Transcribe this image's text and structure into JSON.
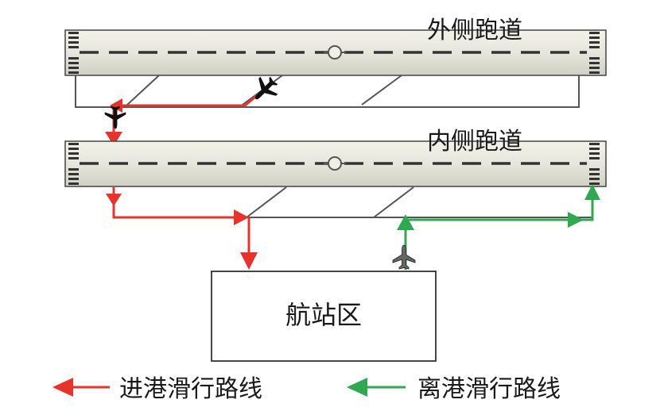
{
  "runways": {
    "outer": {
      "label": "外侧跑道"
    },
    "inner": {
      "label": "内侧跑道"
    }
  },
  "terminal": {
    "label": "航站区"
  },
  "legend": {
    "arrival": {
      "label": "进港滑行路线",
      "color": "#e8322c"
    },
    "departure": {
      "label": "离港滑行路线",
      "color": "#2fa84f"
    }
  },
  "icons": [
    "aircraft-icon",
    "runway-threshold-icon",
    "centerline-marker-icon"
  ]
}
